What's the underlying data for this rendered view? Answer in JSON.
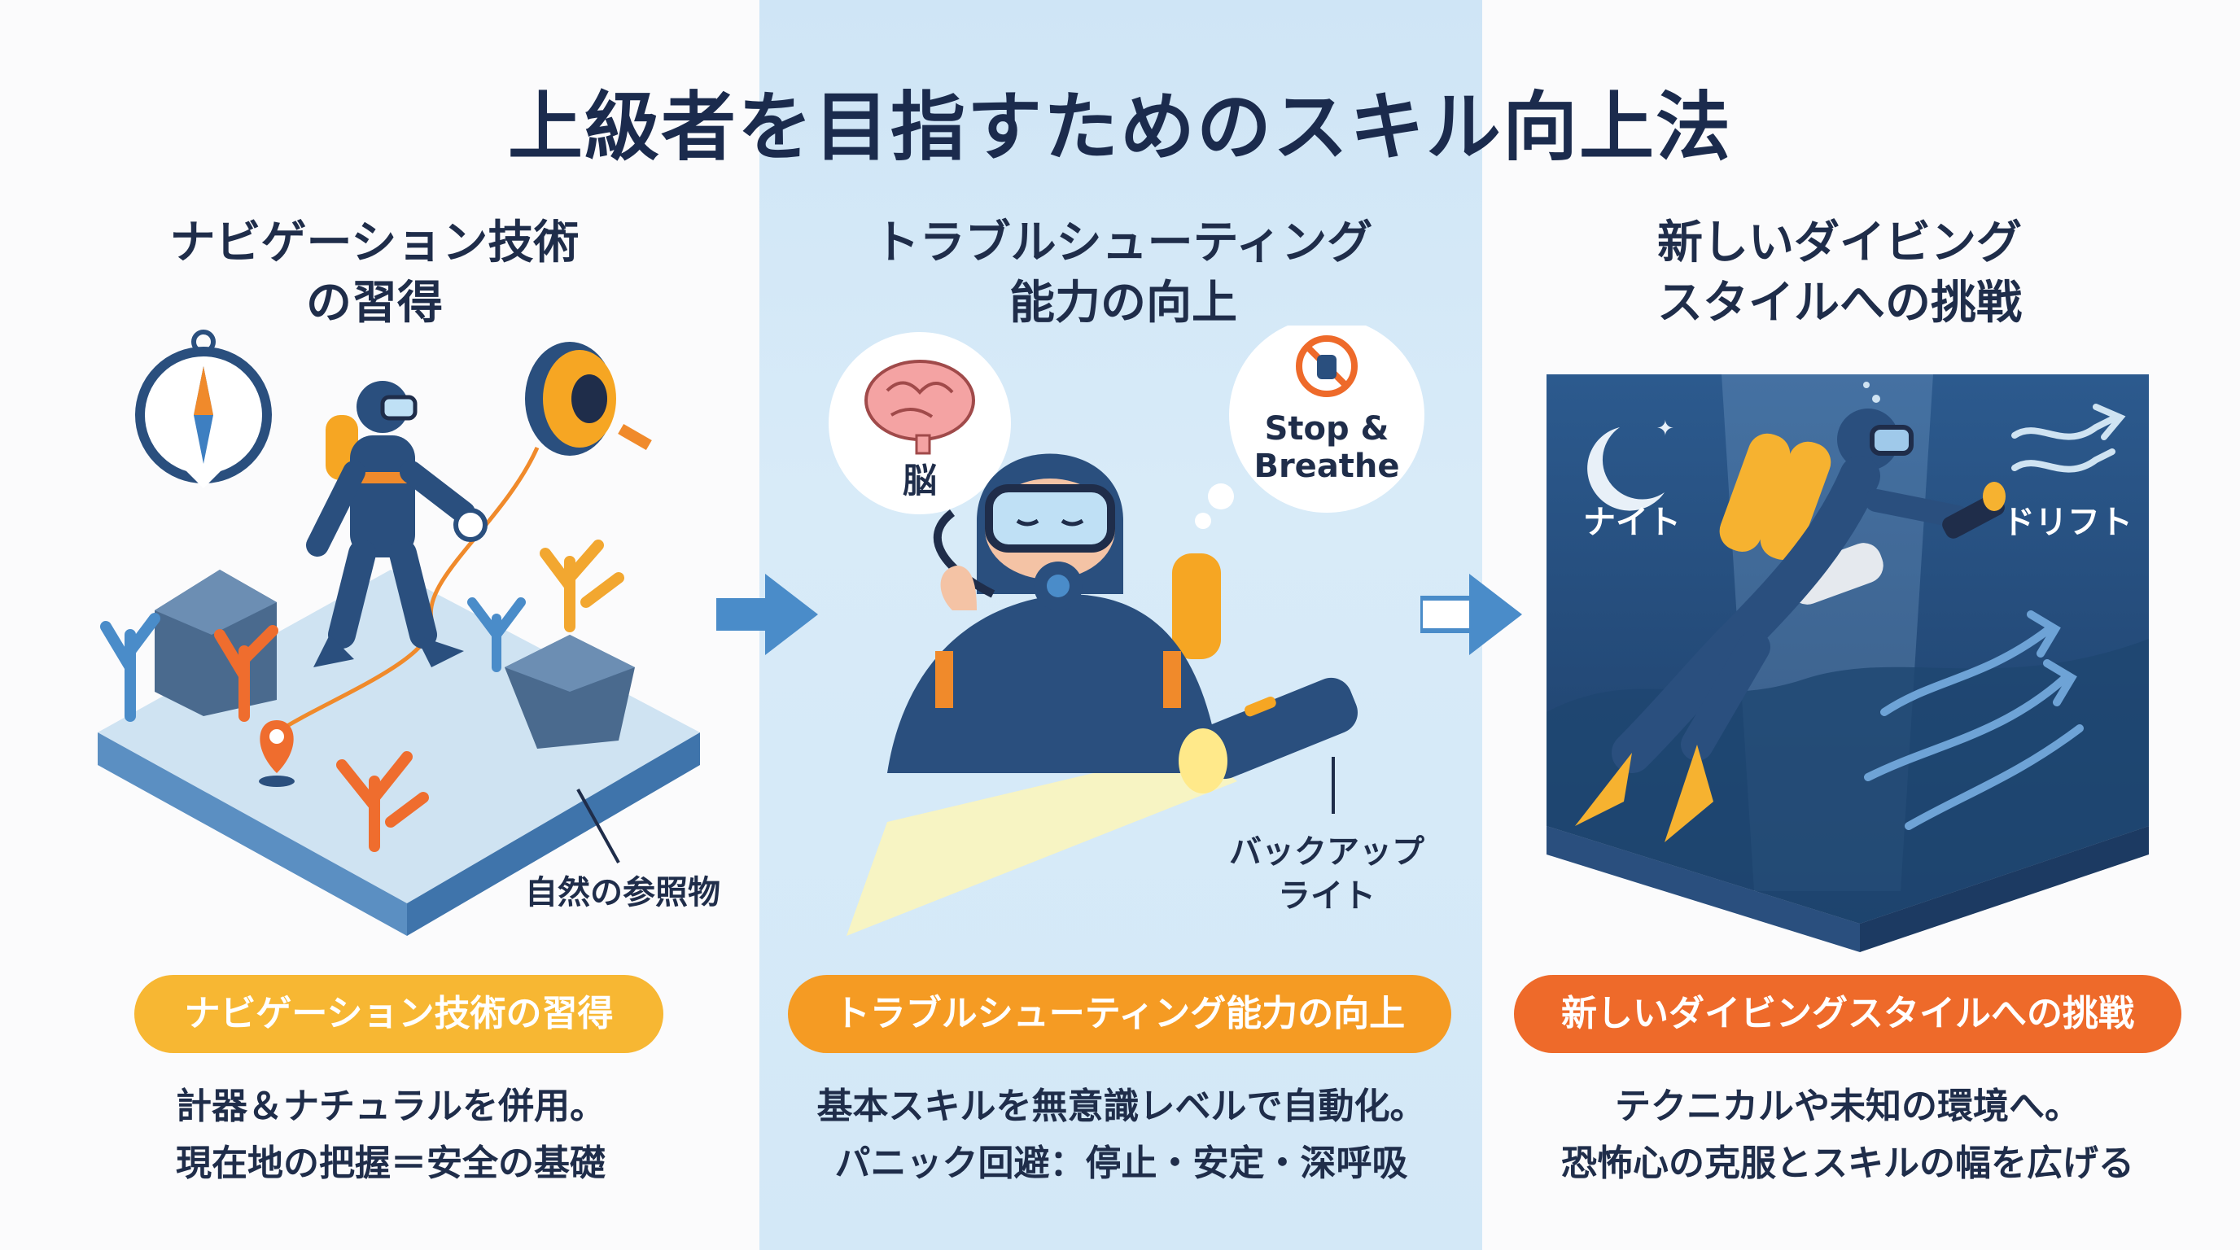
{
  "title": "上級者を目指すためのスキル向上法",
  "columns": [
    {
      "heading_line1": "ナビゲーション技術",
      "heading_line2": "の習得",
      "illustration_labels": {
        "reference": "自然の参照物"
      },
      "pill": "ナビゲーション技術の習得",
      "desc_line1": "計器＆ナチュラルを併用。",
      "desc_line2": "現在地の把握＝安全の基礎"
    },
    {
      "heading_line1": "トラブルシューティング",
      "heading_line2": "能力の向上",
      "illustration_labels": {
        "brain": "脳",
        "stop1": "Stop &",
        "stop2": "Breathe",
        "light1": "バックアップ",
        "light2": "ライト"
      },
      "pill": "トラブルシューティング能力の向上",
      "desc_line1": "基本スキルを無意識レベルで自動化。",
      "desc_line2": "パニック回避：停止・安定・深呼吸"
    },
    {
      "heading_line1": "新しいダイビング",
      "heading_line2": "スタイルへの挑戦",
      "illustration_labels": {
        "night": "ナイト",
        "drift": "ドリフト"
      },
      "pill": "新しいダイビングスタイルへの挑戦",
      "desc_line1": "テクニカルや未知の環境へ。",
      "desc_line2": "恐怖心の克服とスキルの幅を広げる"
    }
  ],
  "colors": {
    "navy": "#1f2d4a",
    "pill_1": "#f7b733",
    "pill_2": "#f59b23",
    "pill_3": "#ee6a2a",
    "band": "#d3e8f7",
    "accent_blue": "#4a8cc9"
  }
}
